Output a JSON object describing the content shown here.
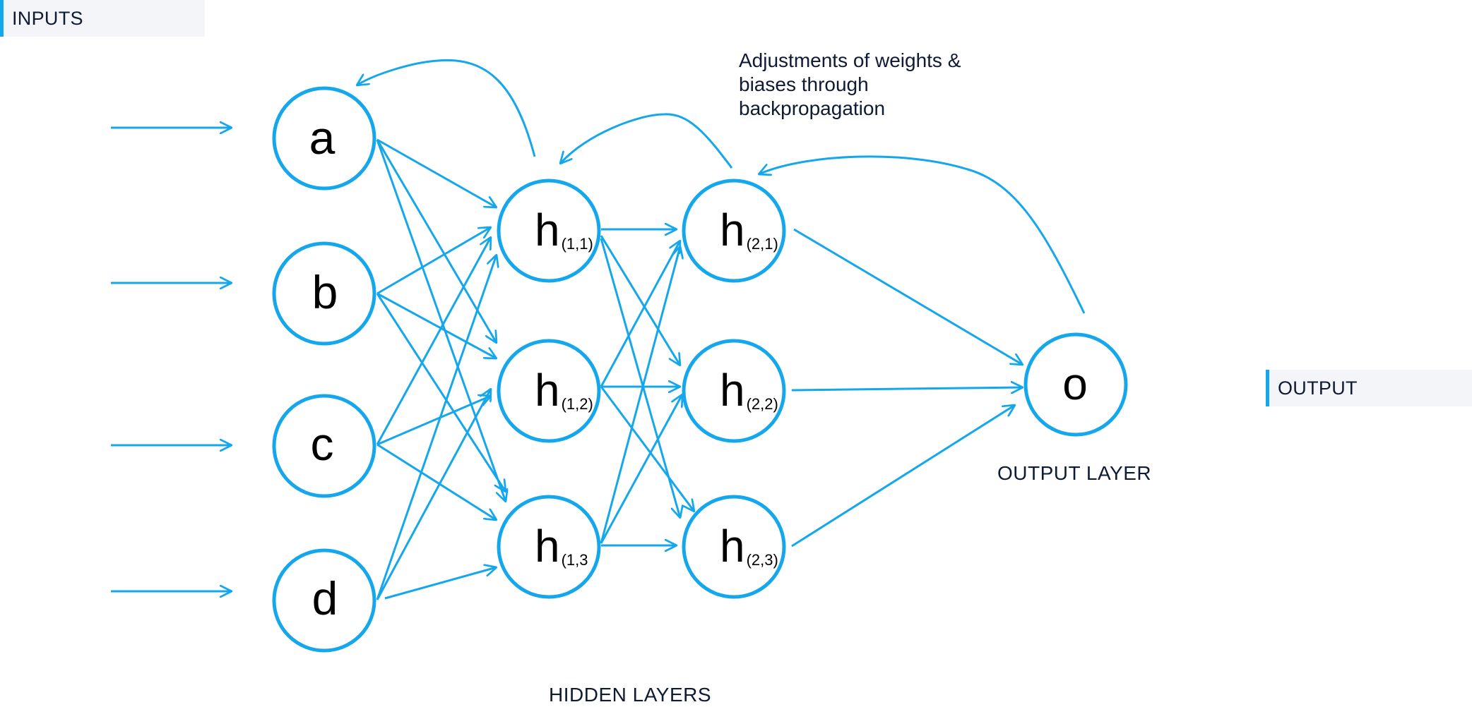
{
  "colors": {
    "accent": "#14a7ec",
    "text": "#0f1a33",
    "tag_bg": "#f3f5f8"
  },
  "tags": {
    "inputs": "INPUTS",
    "output": "OUTPUT"
  },
  "annotation": "Adjustments of weights & biases through backpropagation",
  "layer_labels": {
    "output_layer": "OUTPUT LAYER",
    "hidden_layers": "HIDDEN LAYERS"
  },
  "nodes": {
    "inputs": [
      "a",
      "b",
      "c",
      "d"
    ],
    "hidden1": [
      {
        "letter": "h",
        "sub": "(1,1)"
      },
      {
        "letter": "h",
        "sub": "(1,2)"
      },
      {
        "letter": "h",
        "sub": "(1,3"
      }
    ],
    "hidden2": [
      {
        "letter": "h",
        "sub": "(2,1)"
      },
      {
        "letter": "h",
        "sub": "(2,2)"
      },
      {
        "letter": "h",
        "sub": "(2,3)"
      }
    ],
    "output": "o"
  }
}
